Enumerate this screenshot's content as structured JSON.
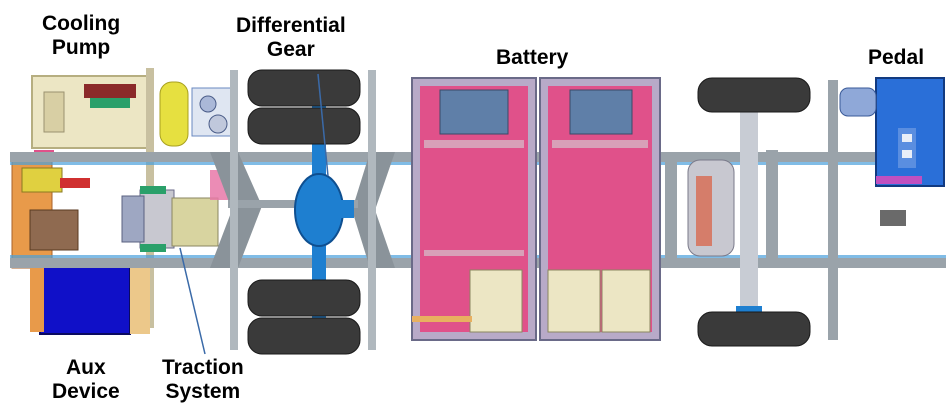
{
  "labels": {
    "cooling_pump": [
      "Cooling",
      "Pump"
    ],
    "differential_gear": [
      "Differential",
      "Gear"
    ],
    "battery": [
      "Battery"
    ],
    "pedal": [
      "Pedal"
    ],
    "aux_device": [
      "Aux",
      "Device"
    ],
    "traction_system": [
      "Traction",
      "System"
    ]
  },
  "colors": {
    "frame": "#9aa3aa",
    "frame_dark": "#7d868e",
    "axle_blue": "#1e7fd0",
    "tire": "#3a3a3a",
    "battery_pink": "#e0518a",
    "battery_slate": "#5f7fa8",
    "battery_frame": "#b8aac8",
    "cream": "#ece6c4",
    "aux_blue": "#1010c8",
    "aux_orange": "#e89a4a",
    "pedal_blue": "#2a6fd8",
    "tank_yellow": "#e6e040",
    "khaki": "#d8d4a0",
    "traction_gray": "#9ea7c2"
  }
}
